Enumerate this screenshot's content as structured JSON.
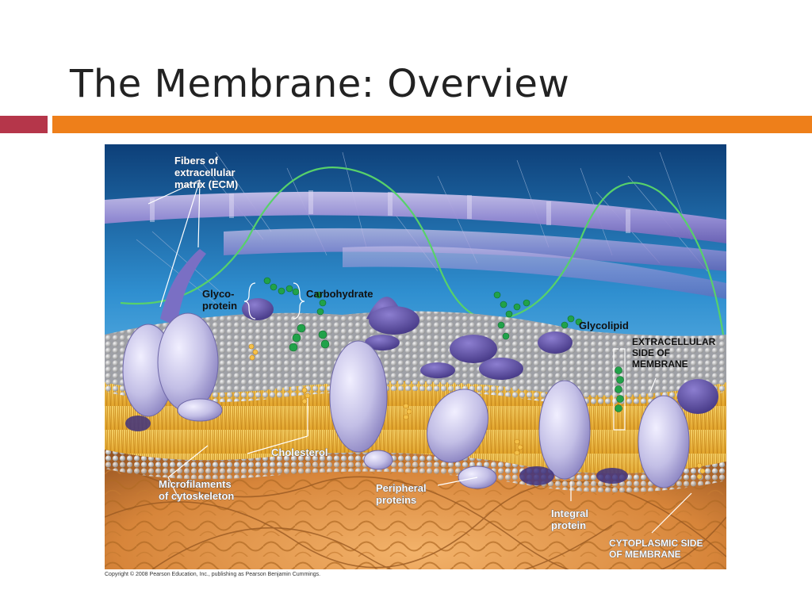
{
  "slide": {
    "title": "The Membrane: Overview",
    "copyright": "Copyright © 2008 Pearson Education, Inc., publishing as Pearson Benjamin Cummings."
  },
  "colors": {
    "accent_red": "#b5364a",
    "accent_orange": "#ee7f1a",
    "title_text": "#222222"
  },
  "diagram": {
    "labels": {
      "ecm": [
        "Fibers of",
        "extracellular",
        "matrix (ECM)"
      ],
      "glycoprotein": [
        "Glyco-",
        "protein"
      ],
      "carbohydrate": "Carbohydrate",
      "glycolipid": "Glycolipid",
      "extracellular_side": [
        "EXTRACELLULAR",
        "SIDE OF",
        "MEMBRANE"
      ],
      "cholesterol": "Cholesterol",
      "microfilaments": [
        "Microfilaments",
        "of cytoskeleton"
      ],
      "peripheral": [
        "Peripheral",
        "proteins"
      ],
      "integral": [
        "Integral",
        "protein"
      ],
      "cytoplasmic_side": [
        "CYTOPLASMIC SIDE",
        "OF MEMBRANE"
      ]
    }
  }
}
